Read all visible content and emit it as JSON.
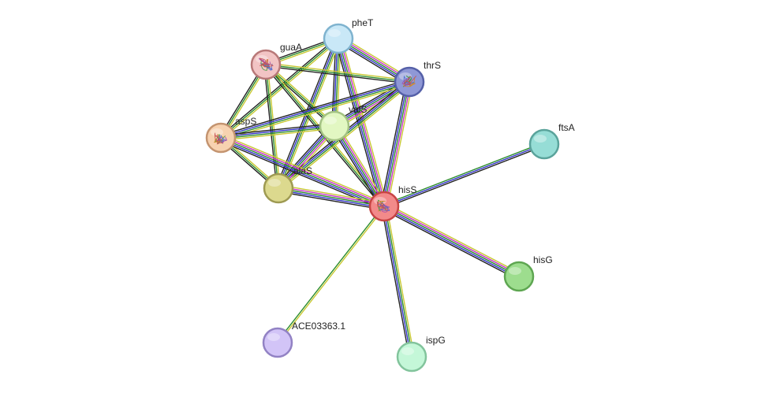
{
  "network": {
    "nodes": [
      {
        "id": "pheT",
        "label": "pheT",
        "color": "#c9e8f7",
        "stroke": "#7fb3cf",
        "has_structure": false
      },
      {
        "id": "guaA",
        "label": "guaA",
        "color": "#f2c4c4",
        "stroke": "#b87878",
        "has_structure": true
      },
      {
        "id": "thrS",
        "label": "thrS",
        "color": "#8f98d6",
        "stroke": "#5560a8",
        "has_structure": true
      },
      {
        "id": "valS",
        "label": "valS",
        "color": "#e2f7c2",
        "stroke": "#a3c283",
        "has_structure": false
      },
      {
        "id": "aspS",
        "label": "aspS",
        "color": "#f7d2b0",
        "stroke": "#c49470",
        "has_structure": true
      },
      {
        "id": "alaS",
        "label": "alaS",
        "color": "#dcd98e",
        "stroke": "#9e9a52",
        "has_structure": false
      },
      {
        "id": "hisS",
        "label": "hisS",
        "color": "#f28a8a",
        "stroke": "#c84444",
        "has_structure": true
      },
      {
        "id": "ftsA",
        "label": "ftsA",
        "color": "#96ddd6",
        "stroke": "#5aa39b",
        "has_structure": false
      },
      {
        "id": "hisG",
        "label": "hisG",
        "color": "#9ddd8e",
        "stroke": "#5ea651",
        "has_structure": false
      },
      {
        "id": "ACE03363.1",
        "label": "ACE03363.1",
        "color": "#d2c4f7",
        "stroke": "#9282c4",
        "has_structure": false
      },
      {
        "id": "ispG",
        "label": "ispG",
        "color": "#c4f7d8",
        "stroke": "#82c49c",
        "has_structure": false
      }
    ],
    "edges": [
      {
        "a": "pheT",
        "b": "guaA",
        "colors": [
          "#c8c832",
          "#2c8c2c",
          "#222222"
        ]
      },
      {
        "a": "pheT",
        "b": "thrS",
        "colors": [
          "#c8c832",
          "#c832c8",
          "#2c8c2c",
          "#3232c8",
          "#222222"
        ]
      },
      {
        "a": "pheT",
        "b": "valS",
        "colors": [
          "#c8c832",
          "#2c8c2c",
          "#3232c8",
          "#222222"
        ]
      },
      {
        "a": "pheT",
        "b": "aspS",
        "colors": [
          "#c8c832",
          "#2c8c2c",
          "#222222"
        ]
      },
      {
        "a": "pheT",
        "b": "alaS",
        "colors": [
          "#c8c832",
          "#2c8c2c",
          "#3232c8",
          "#222222"
        ]
      },
      {
        "a": "pheT",
        "b": "hisS",
        "colors": [
          "#c8c832",
          "#c832c8",
          "#2c8c2c",
          "#3232c8",
          "#222222"
        ]
      },
      {
        "a": "guaA",
        "b": "thrS",
        "colors": [
          "#c8c832",
          "#2c8c2c",
          "#222222"
        ]
      },
      {
        "a": "guaA",
        "b": "valS",
        "colors": [
          "#c8c832",
          "#2c8c2c",
          "#222222"
        ]
      },
      {
        "a": "guaA",
        "b": "aspS",
        "colors": [
          "#c8c832",
          "#2c8c2c",
          "#222222"
        ]
      },
      {
        "a": "guaA",
        "b": "alaS",
        "colors": [
          "#c8c832",
          "#2c8c2c",
          "#222222"
        ]
      },
      {
        "a": "guaA",
        "b": "hisS",
        "colors": [
          "#c8c832",
          "#2c8c2c",
          "#222222"
        ]
      },
      {
        "a": "thrS",
        "b": "valS",
        "colors": [
          "#c8c832",
          "#c832c8",
          "#2c8c2c",
          "#3232c8",
          "#222222"
        ]
      },
      {
        "a": "thrS",
        "b": "aspS",
        "colors": [
          "#c8c832",
          "#2c8c2c",
          "#3232c8",
          "#222222"
        ]
      },
      {
        "a": "thrS",
        "b": "alaS",
        "colors": [
          "#c8c832",
          "#2c8c2c",
          "#3232c8",
          "#222222"
        ]
      },
      {
        "a": "thrS",
        "b": "hisS",
        "colors": [
          "#c8c832",
          "#c832c8",
          "#2c8c2c",
          "#3232c8",
          "#222222"
        ]
      },
      {
        "a": "valS",
        "b": "aspS",
        "colors": [
          "#c8c832",
          "#2c8c2c",
          "#3232c8",
          "#222222"
        ]
      },
      {
        "a": "valS",
        "b": "alaS",
        "colors": [
          "#c8c832",
          "#c832c8",
          "#2c8c2c",
          "#3232c8",
          "#222222"
        ]
      },
      {
        "a": "valS",
        "b": "hisS",
        "colors": [
          "#c8c832",
          "#c832c8",
          "#2c8c2c",
          "#3232c8",
          "#222222"
        ]
      },
      {
        "a": "aspS",
        "b": "alaS",
        "colors": [
          "#c8c832",
          "#2c8c2c",
          "#222222"
        ]
      },
      {
        "a": "aspS",
        "b": "hisS",
        "colors": [
          "#c8c832",
          "#c832c8",
          "#2c8c2c",
          "#3232c8",
          "#222222"
        ]
      },
      {
        "a": "alaS",
        "b": "hisS",
        "colors": [
          "#c8c832",
          "#c832c8",
          "#2c8c2c",
          "#3232c8",
          "#222222"
        ]
      },
      {
        "a": "hisS",
        "b": "ftsA",
        "colors": [
          "#2c8c2c",
          "#3232c8",
          "#222222"
        ]
      },
      {
        "a": "hisS",
        "b": "hisG",
        "colors": [
          "#c8c832",
          "#c832c8",
          "#2c8c2c",
          "#3232c8",
          "#222222"
        ]
      },
      {
        "a": "hisS",
        "b": "ACE03363.1",
        "colors": [
          "#c8c832",
          "#2c8c2c"
        ]
      },
      {
        "a": "hisS",
        "b": "ispG",
        "colors": [
          "#c8c832",
          "#2c8c2c",
          "#3232c8",
          "#222222"
        ]
      }
    ]
  }
}
